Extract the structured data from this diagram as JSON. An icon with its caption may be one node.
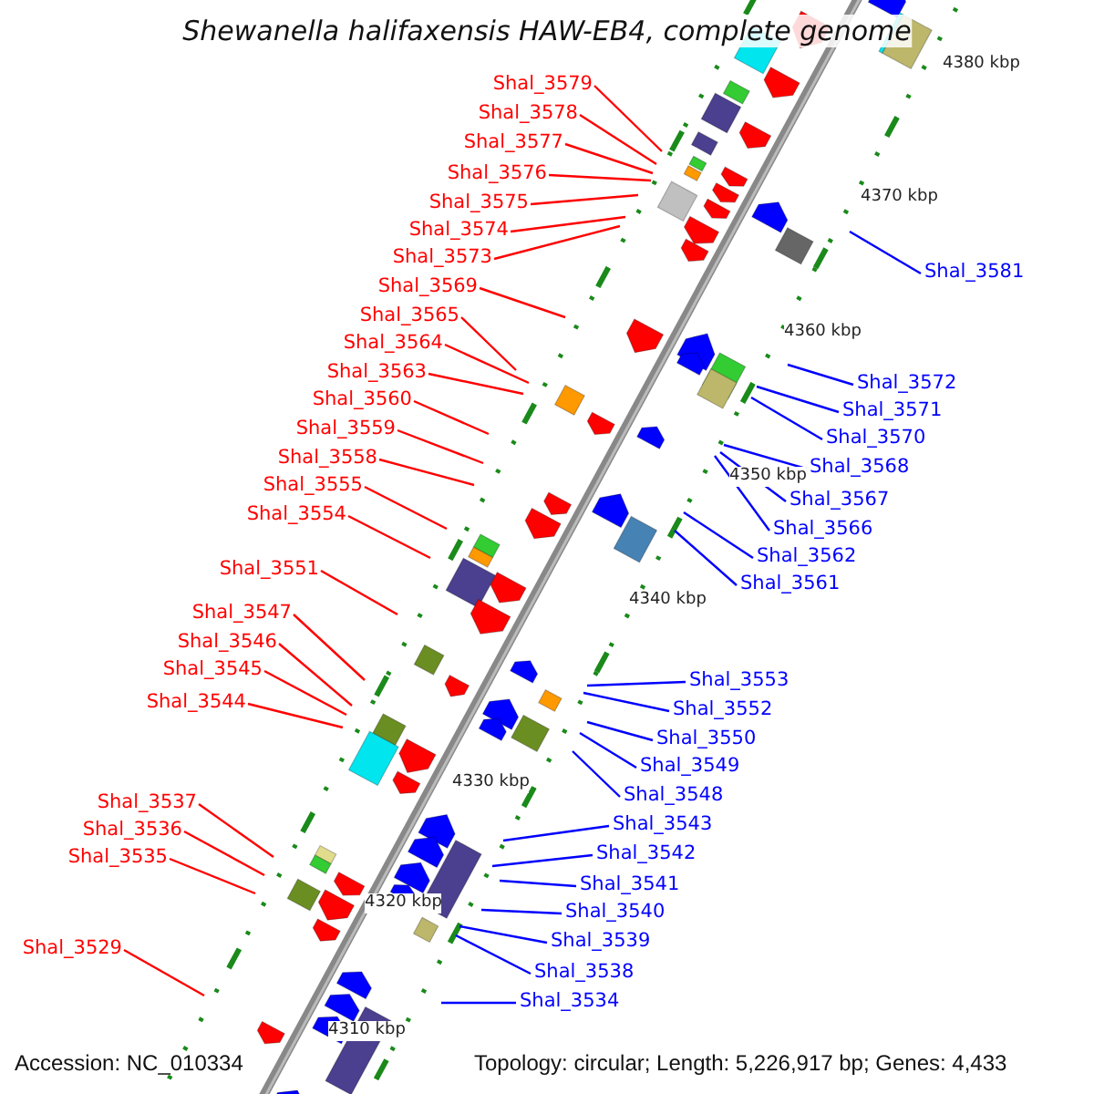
{
  "diagram": {
    "title": "Shewanella halifaxensis HAW-EB4, complete genome",
    "nodes": [
      {
        "text": [
          "Shal_3579"
        ]
      },
      {
        "text": [
          "Shal_3578"
        ]
      },
      {
        "text": [
          "Shal_3577"
        ]
      },
      {
        "text": [
          "Shal_3576"
        ]
      },
      {
        "text": [
          "Shal_3575"
        ]
      },
      {
        "text": [
          "Shal_3574"
        ]
      },
      {
        "text": [
          "Shal_3573"
        ]
      },
      {
        "text": [
          "Shal_3569"
        ]
      },
      {
        "text": [
          "Shal_3565"
        ]
      },
      {
        "text": [
          "Shal_3564"
        ]
      },
      {
        "text": [
          "Shal_3563"
        ]
      },
      {
        "text": [
          "Shal_3560"
        ]
      },
      {
        "text": [
          "Shal_3559"
        ]
      },
      {
        "text": [
          "Shal_3558"
        ]
      },
      {
        "text": [
          "Shal_3555"
        ]
      },
      {
        "text": [
          "Shal_3554"
        ]
      },
      {
        "text": [
          "Shal_3551"
        ]
      },
      {
        "text": [
          "Shal_3547"
        ]
      },
      {
        "text": [
          "Shal_3546"
        ]
      },
      {
        "text": [
          "Shal_3545"
        ]
      },
      {
        "text": [
          "Shal_3544"
        ]
      },
      {
        "text": [
          "Shal_3537"
        ]
      },
      {
        "text": [
          "Shal_3536"
        ]
      },
      {
        "text": [
          "Shal_3535"
        ]
      },
      {
        "text": [
          "Shal_3529"
        ]
      },
      {
        "text": [
          "Shal_3581"
        ]
      },
      {
        "text": [
          "Shal_3572"
        ]
      },
      {
        "text": [
          "Shal_3571"
        ]
      },
      {
        "text": [
          "Shal_3570"
        ]
      },
      {
        "text": [
          "Shal_3568"
        ]
      },
      {
        "text": [
          "Shal_3567"
        ]
      },
      {
        "text": [
          "Shal_3566"
        ]
      },
      {
        "text": [
          "Shal_3562"
        ]
      },
      {
        "text": [
          "Shal_3561"
        ]
      },
      {
        "text": [
          "Shal_3553"
        ]
      },
      {
        "text": [
          "Shal_3552"
        ]
      },
      {
        "text": [
          "Shal_3550"
        ]
      },
      {
        "text": [
          "Shal_3549"
        ]
      },
      {
        "text": [
          "Shal_3548"
        ]
      },
      {
        "text": [
          "Shal_3543"
        ]
      },
      {
        "text": [
          "Shal_3542"
        ]
      },
      {
        "text": [
          "Shal_3541"
        ]
      },
      {
        "text": [
          "Shal_3540"
        ]
      },
      {
        "text": [
          "Shal_3539"
        ]
      },
      {
        "text": [
          "Shal_3538"
        ]
      },
      {
        "text": [
          "Shal_3534"
        ]
      }
    ],
    "edges": [
      {
        "from": 0,
        "to": null,
        "arrow": "none"
      },
      {
        "from": 1,
        "to": null,
        "arrow": "none"
      },
      {
        "from": 2,
        "to": null,
        "arrow": "none"
      },
      {
        "from": 3,
        "to": null,
        "arrow": "none"
      },
      {
        "from": 4,
        "to": null,
        "arrow": "none"
      },
      {
        "from": 5,
        "to": null,
        "arrow": "none"
      },
      {
        "from": 6,
        "to": null,
        "arrow": "none"
      },
      {
        "from": 7,
        "to": null,
        "arrow": "none"
      },
      {
        "from": 8,
        "to": null,
        "arrow": "none"
      },
      {
        "from": 9,
        "to": null,
        "arrow": "none"
      },
      {
        "from": 10,
        "to": null,
        "arrow": "none"
      },
      {
        "from": 11,
        "to": null,
        "arrow": "none"
      },
      {
        "from": 12,
        "to": null,
        "arrow": "none"
      },
      {
        "from": 13,
        "to": null,
        "arrow": "none"
      },
      {
        "from": 14,
        "to": null,
        "arrow": "none"
      },
      {
        "from": 15,
        "to": null,
        "arrow": "none"
      },
      {
        "from": 16,
        "to": null,
        "arrow": "none"
      },
      {
        "from": 17,
        "to": null,
        "arrow": "none"
      },
      {
        "from": 18,
        "to": null,
        "arrow": "none"
      },
      {
        "from": 19,
        "to": null,
        "arrow": "none"
      },
      {
        "from": 20,
        "to": null,
        "arrow": "none"
      },
      {
        "from": 21,
        "to": null,
        "arrow": "none"
      },
      {
        "from": 22,
        "to": null,
        "arrow": "none"
      },
      {
        "from": 23,
        "to": null,
        "arrow": "none"
      },
      {
        "from": 24,
        "to": null,
        "arrow": "none"
      },
      {
        "from": 25,
        "to": null,
        "arrow": "none",
        "color": "#0000ff"
      },
      {
        "from": 26,
        "to": null,
        "arrow": "none",
        "color": "#0000ff"
      },
      {
        "from": 27,
        "to": null,
        "arrow": "none",
        "color": "#0000ff"
      },
      {
        "from": 28,
        "to": null,
        "arrow": "none",
        "color": "#0000ff"
      },
      {
        "from": 29,
        "to": null,
        "arrow": "none",
        "color": "#0000ff"
      },
      {
        "from": 30,
        "to": null,
        "arrow": "none",
        "color": "#0000ff"
      },
      {
        "from": 31,
        "to": null,
        "arrow": "none",
        "color": "#0000ff"
      },
      {
        "from": 32,
        "to": null,
        "arrow": "none",
        "color": "#0000ff"
      },
      {
        "from": 33,
        "to": null,
        "arrow": "none",
        "color": "#0000ff"
      },
      {
        "from": 34,
        "to": null,
        "arrow": "none",
        "color": "#0000ff"
      },
      {
        "from": 35,
        "to": null,
        "arrow": "none",
        "color": "#0000ff"
      },
      {
        "from": 36,
        "to": null,
        "arrow": "none",
        "color": "#0000ff"
      },
      {
        "from": 37,
        "to": null,
        "arrow": "none",
        "color": "#0000ff"
      },
      {
        "from": 38,
        "to": null,
        "arrow": "none",
        "color": "#0000ff"
      },
      {
        "from": 39,
        "to": null,
        "arrow": "none",
        "color": "#0000ff"
      },
      {
        "from": 40,
        "to": null,
        "arrow": "none",
        "color": "#0000ff"
      },
      {
        "from": 41,
        "to": null,
        "arrow": "none",
        "color": "#0000ff"
      },
      {
        "from": 42,
        "to": null,
        "arrow": "none",
        "color": "#0000ff"
      },
      {
        "from": 43,
        "to": null,
        "arrow": "none",
        "color": "#0000ff"
      },
      {
        "from": 44,
        "to": null,
        "arrow": "none",
        "color": "#0000ff"
      },
      {
        "from": 45,
        "to": null,
        "arrow": "none",
        "color": "#0000ff"
      }
    ],
    "labels": [
      "4380 kbp",
      "4370 kbp",
      "4360 kbp",
      "4350 kbp",
      "4340 kbp",
      "4330 kbp",
      "4320 kbp",
      "4310 kbp",
      "Accession: NC_010334",
      "Topology: circular; Length: 5,226,917 bp; Genes: 4,433"
    ]
  }
}
